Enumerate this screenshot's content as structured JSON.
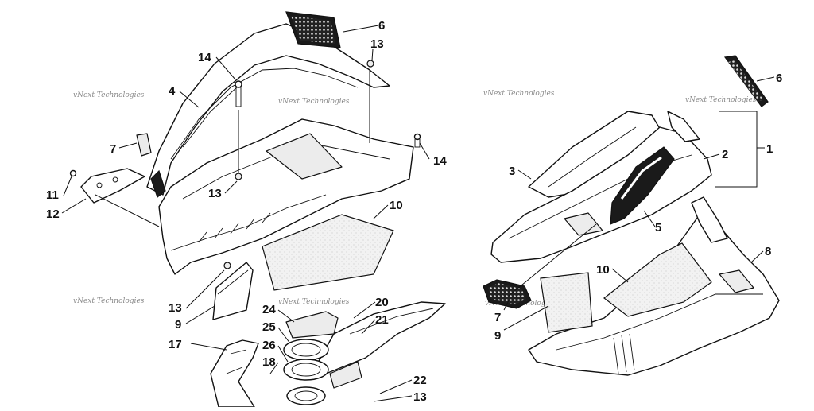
{
  "watermark": {
    "text": "vNext Technologies"
  },
  "callouts": {
    "c1": "1",
    "c2": "2",
    "c3": "3",
    "c4": "4",
    "c5": "5",
    "c6a": "6",
    "c6b": "6",
    "c7a": "7",
    "c7b": "7",
    "c8": "8",
    "c9a": "9",
    "c9b": "9",
    "c10a": "10",
    "c10b": "10",
    "c11": "11",
    "c12": "12",
    "c13a": "13",
    "c13b": "13",
    "c13c": "13",
    "c13d": "13",
    "c14a": "14",
    "c14b": "14",
    "c17": "17",
    "c18": "18",
    "c20": "20",
    "c21": "21",
    "c22": "22",
    "c24": "24",
    "c25": "25",
    "c26": "26"
  }
}
